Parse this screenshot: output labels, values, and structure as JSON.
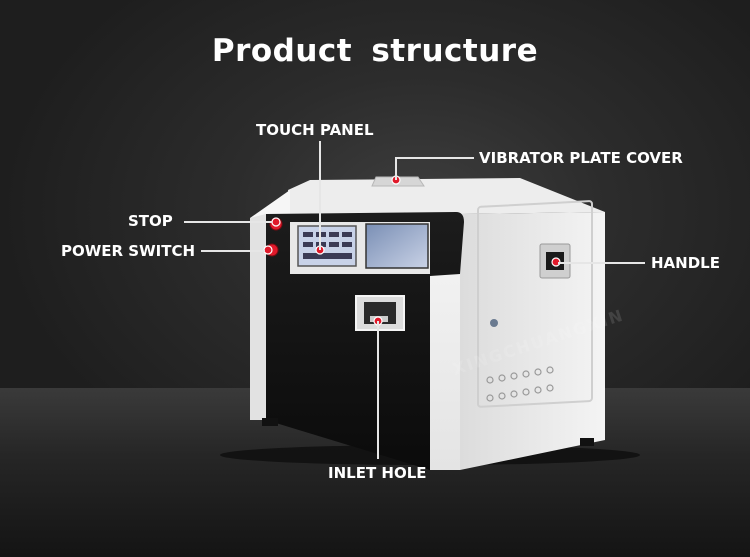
{
  "title": "Product  structure",
  "labels": {
    "touch_panel": "TOUCH PANEL",
    "vibrator_plate_cover": "VIBRATOR PLATE COVER",
    "stop": "STOP",
    "power_switch": "POWER SWITCH",
    "handle": "HANDLE",
    "inlet_hole": "INLET HOLE"
  },
  "watermark": "XINGCHUANGXIN",
  "colors": {
    "background": "#2a2a2a",
    "label_text": "#ffffff",
    "callout_dot": "#e0192a",
    "machine_white": "#f2f2f2",
    "machine_black": "#121212"
  }
}
